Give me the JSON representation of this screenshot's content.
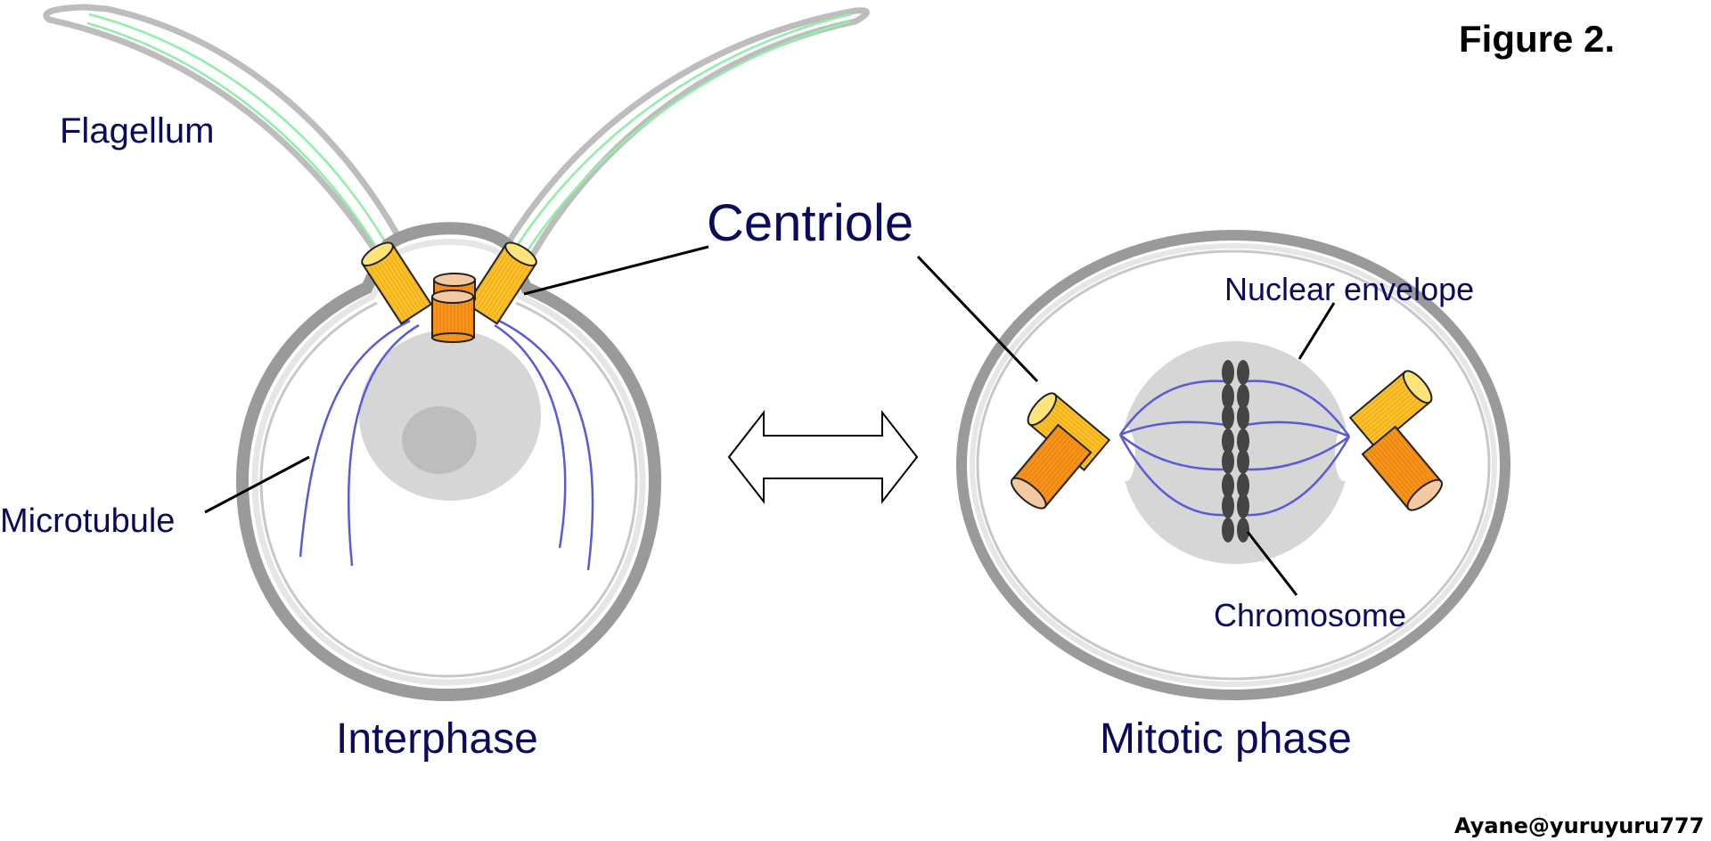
{
  "figure": {
    "title": "Figure 2.",
    "credit": "Ayane@yuruyuru777"
  },
  "labels": {
    "flagellum": "Flagellum",
    "centriole": "Centriole",
    "microtubule": "Microtubule",
    "nuclear_envelope": "Nuclear envelope",
    "chromosome": "Chromosome"
  },
  "phases": {
    "interphase": "Interphase",
    "mitotic": "Mitotic phase"
  },
  "arrow": {
    "meaning": "bidirectional transition between phases"
  },
  "colors": {
    "label_text": "#0b0b5c",
    "cell_membrane_outer": "#9a9a9a",
    "cell_membrane_inner": "#c8c8c8",
    "nucleus": "#d6d6d6",
    "nucleolus": "#bdbdbd",
    "microtubule": "#5a5ad8",
    "flagellum_axoneme": "#8ef0a8",
    "centriole_yellow": "#fbc02d",
    "centriole_orange": "#f7941d",
    "centriole_cap": "#f3c9a1",
    "chromosome": "#444444"
  }
}
